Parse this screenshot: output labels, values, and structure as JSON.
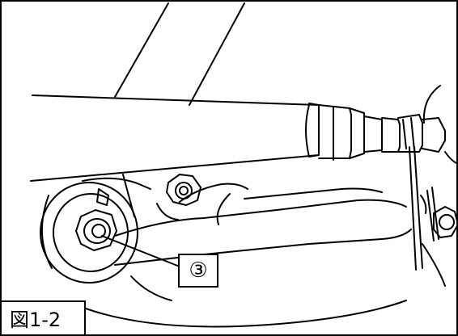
{
  "figure": {
    "label": "図1-2",
    "callouts": [
      {
        "marker": "③",
        "points_to": "nut-3"
      }
    ]
  },
  "colors": {
    "line": "#000000",
    "background": "#ffffff"
  }
}
